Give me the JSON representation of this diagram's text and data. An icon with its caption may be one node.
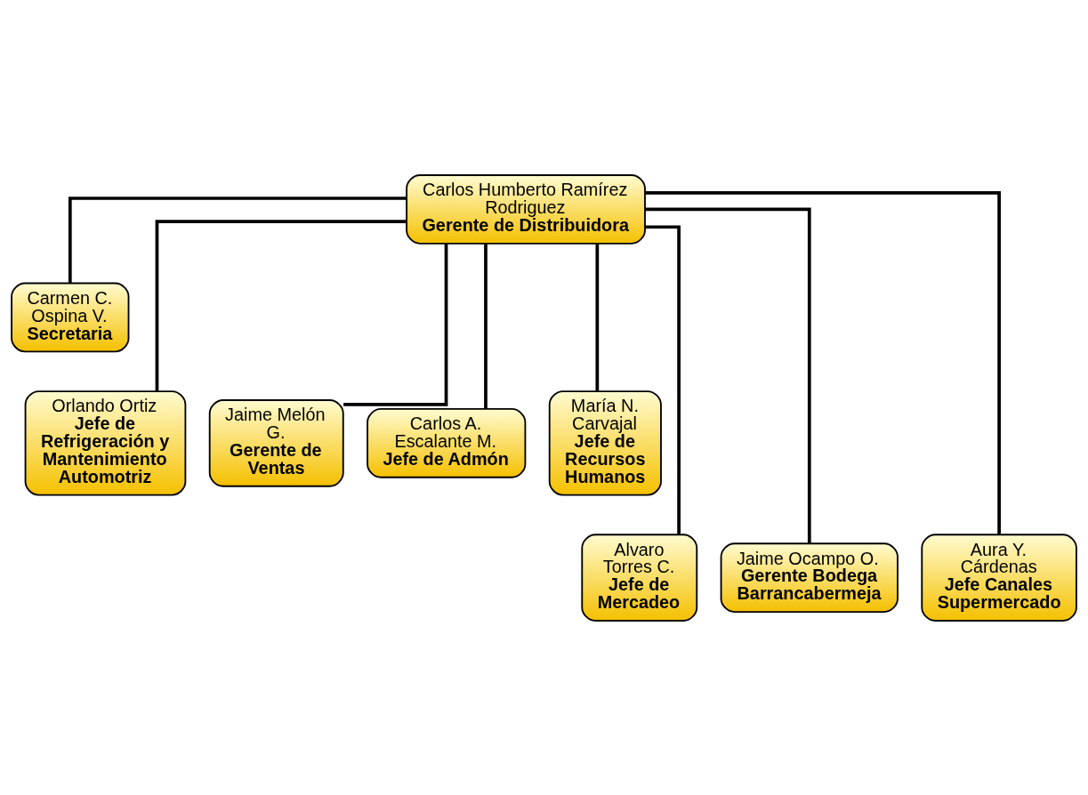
{
  "diagram": {
    "nodes": [
      {
        "text": [
          "Carlos Humberto Ramírez Rodriguez",
          "Gerente de Distribuidora"
        ]
      },
      {
        "text": [
          "Carmen C. Ospina V.",
          "Secretaria"
        ]
      },
      {
        "text": [
          "Orlando Ortiz",
          "Jefe de Refrigeración y Mantenimiento Automotriz"
        ]
      },
      {
        "text": [
          "Jaime Melón G.",
          "Gerente de Ventas"
        ]
      },
      {
        "text": [
          "Carlos A. Escalante M.",
          "Jefe de Admón"
        ]
      },
      {
        "text": [
          "María N. Carvajal",
          "Jefe de Recursos Humanos"
        ]
      },
      {
        "text": [
          "Alvaro Torres C.",
          "Jefe de Mercadeo"
        ]
      },
      {
        "text": [
          "Jaime Ocampo O.",
          "Gerente Bodega Barrancabermeja"
        ]
      },
      {
        "text": [
          "Aura Y. Cárdenas",
          "Jefe Canales Supermercado"
        ]
      }
    ],
    "edges": [
      {
        "from": 0,
        "to": 1,
        "arrow": "none"
      },
      {
        "from": 0,
        "to": 2,
        "arrow": "none"
      },
      {
        "from": 0,
        "to": 6,
        "arrow": "none"
      },
      {
        "from": 0,
        "to": 3,
        "arrow": "none"
      },
      {
        "from": 0,
        "to": 7,
        "arrow": "none"
      },
      {
        "from": 0,
        "to": 4,
        "arrow": "none"
      },
      {
        "from": 0,
        "to": 8,
        "arrow": "none"
      },
      {
        "from": 0,
        "to": 5,
        "arrow": "none"
      }
    ]
  }
}
